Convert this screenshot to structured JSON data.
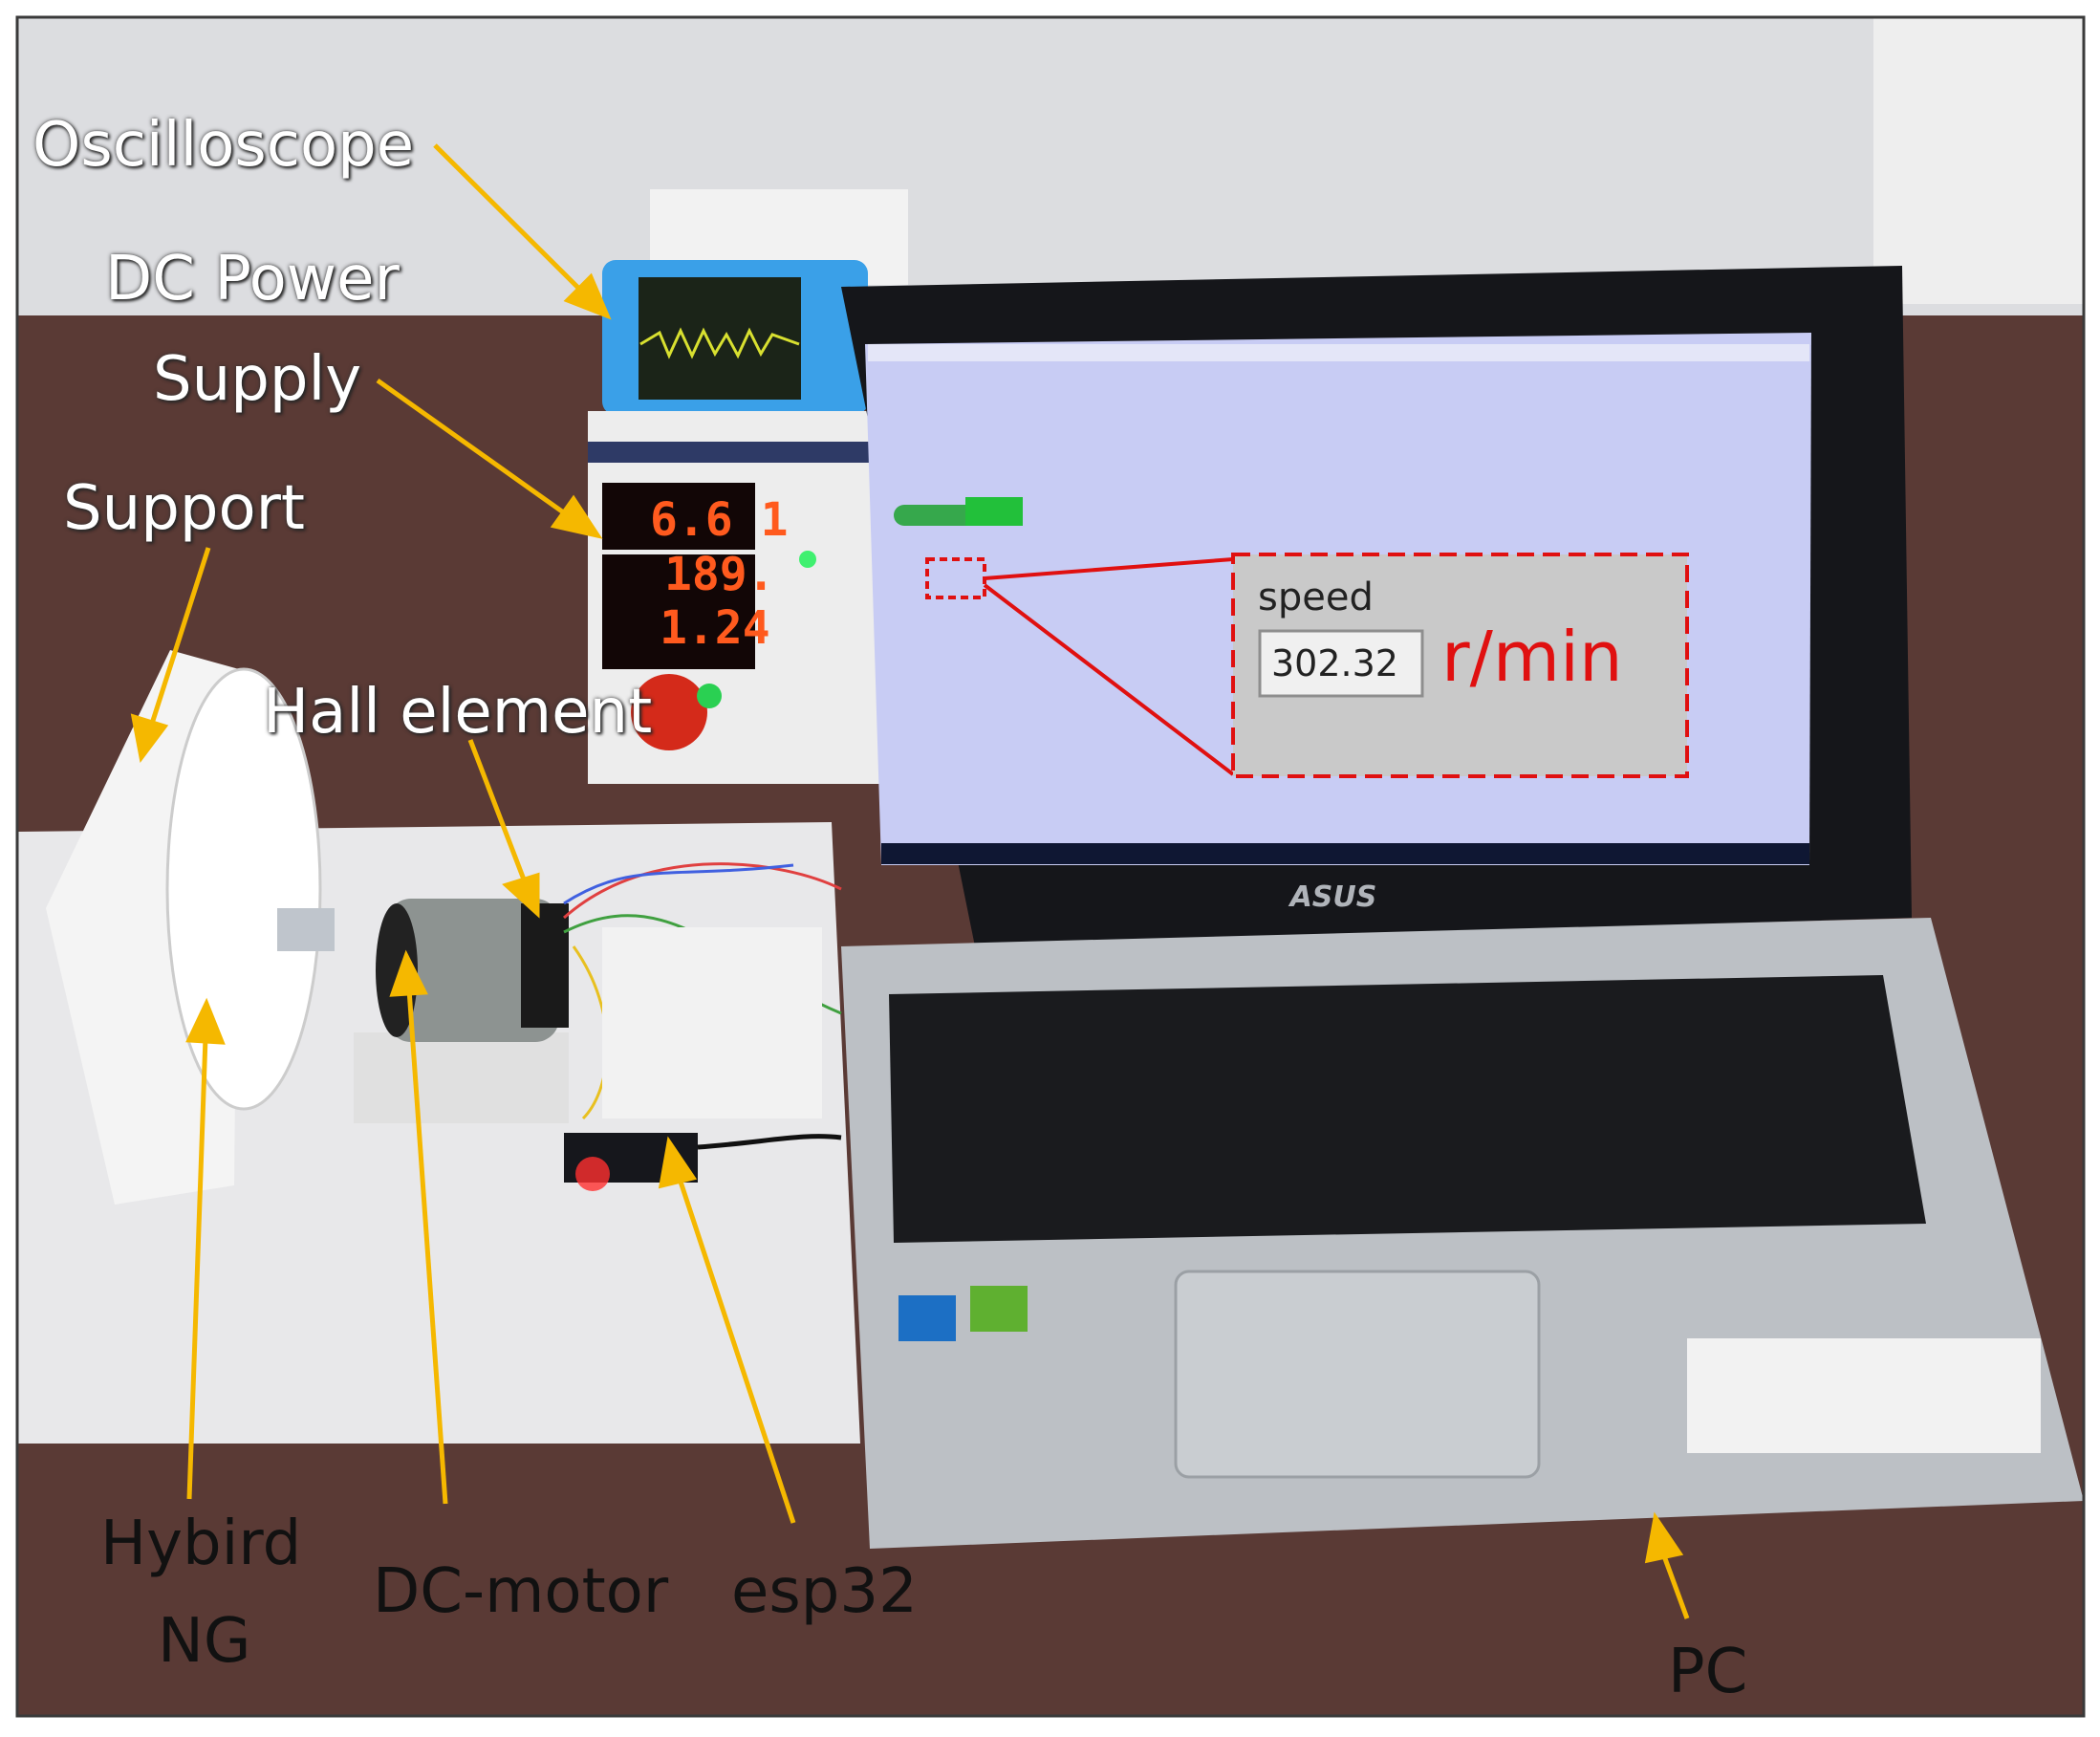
{
  "labels": {
    "oscilloscope": "Oscilloscope",
    "dc_power_line1": "DC Power",
    "dc_power_line2": "Supply",
    "support": "Support",
    "hall_element": "Hall element",
    "hybrid_line1": "Hybird",
    "hybrid_line2": "NG",
    "dc_motor": "DC-motor",
    "esp32": "esp32",
    "pc": "PC"
  },
  "power_supply_readout": [
    "6.6 1",
    "189.",
    "1.24"
  ],
  "speed_panel": {
    "title": "speed",
    "value": "302.32",
    "unit": "r/min"
  },
  "laptop_brand": "ASUS",
  "colors": {
    "arrow": "#F5B800",
    "highlight": "#E01010",
    "screen_bg": "#C8CCF4",
    "inset_bg": "#C9C9C9",
    "led_digits": "#FF5A1E"
  }
}
